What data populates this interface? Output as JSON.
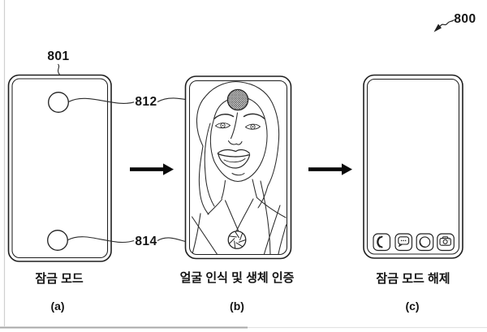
{
  "figure": {
    "ref_label": "800",
    "phone_ref_label": "801",
    "top_camera_ref_label": "812",
    "bottom_camera_ref_label": "814",
    "panels": {
      "a": {
        "letter": "(a)",
        "caption": "잠금 모드"
      },
      "b": {
        "letter": "(b)",
        "caption": "얼굴 인식 및 생체 인증"
      },
      "c": {
        "letter": "(c)",
        "caption": "잠금 모드 해제"
      }
    },
    "colors": {
      "ink": "#1f1f1f",
      "background": "#ffffff",
      "page_edge": "#bdbdbd"
    },
    "icons": {
      "dock": [
        "phone-icon",
        "messages-icon",
        "browser-icon",
        "camera-icon"
      ],
      "camera_region_style": "crosshatched-circle",
      "bottom_sensor_style": "aperture-shutter-circle",
      "figure_pointer_style": "squiggle-arrow"
    }
  }
}
